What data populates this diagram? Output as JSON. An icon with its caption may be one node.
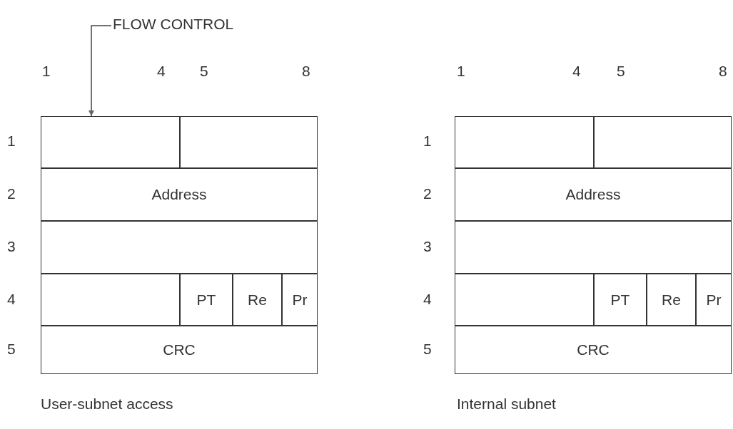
{
  "diagram": {
    "nodes": [
      {
        "text": [
          "FLOW CONTROL"
        ]
      },
      {
        "text": [],
        "shape": "box"
      },
      {
        "text": [],
        "shape": "box"
      },
      {
        "text": [
          "Address"
        ]
      },
      {
        "text": [],
        "shape": "box"
      },
      {
        "text": [],
        "shape": "box"
      },
      {
        "text": [
          "PT"
        ]
      },
      {
        "text": [
          "Re"
        ]
      },
      {
        "text": [
          "Pr"
        ]
      },
      {
        "text": [
          "CRC"
        ]
      },
      {
        "text": [],
        "shape": "box"
      },
      {
        "text": [],
        "shape": "box"
      },
      {
        "text": [
          "Address"
        ]
      },
      {
        "text": [],
        "shape": "box"
      },
      {
        "text": [],
        "shape": "box"
      },
      {
        "text": [
          "PT"
        ]
      },
      {
        "text": [
          "Re"
        ]
      },
      {
        "text": [
          "Pr"
        ]
      },
      {
        "text": [
          "CRC"
        ]
      }
    ],
    "edges": [
      {
        "from": 0,
        "to": 1,
        "arrow": "to"
      }
    ],
    "labels": [
      "1",
      "4",
      "5",
      "8",
      "1",
      "4",
      "5",
      "8",
      "1",
      "1",
      "2",
      "2",
      "3",
      "3",
      "4",
      "4",
      "5",
      "5",
      "User-subnet access",
      "Internal subnet"
    ]
  }
}
